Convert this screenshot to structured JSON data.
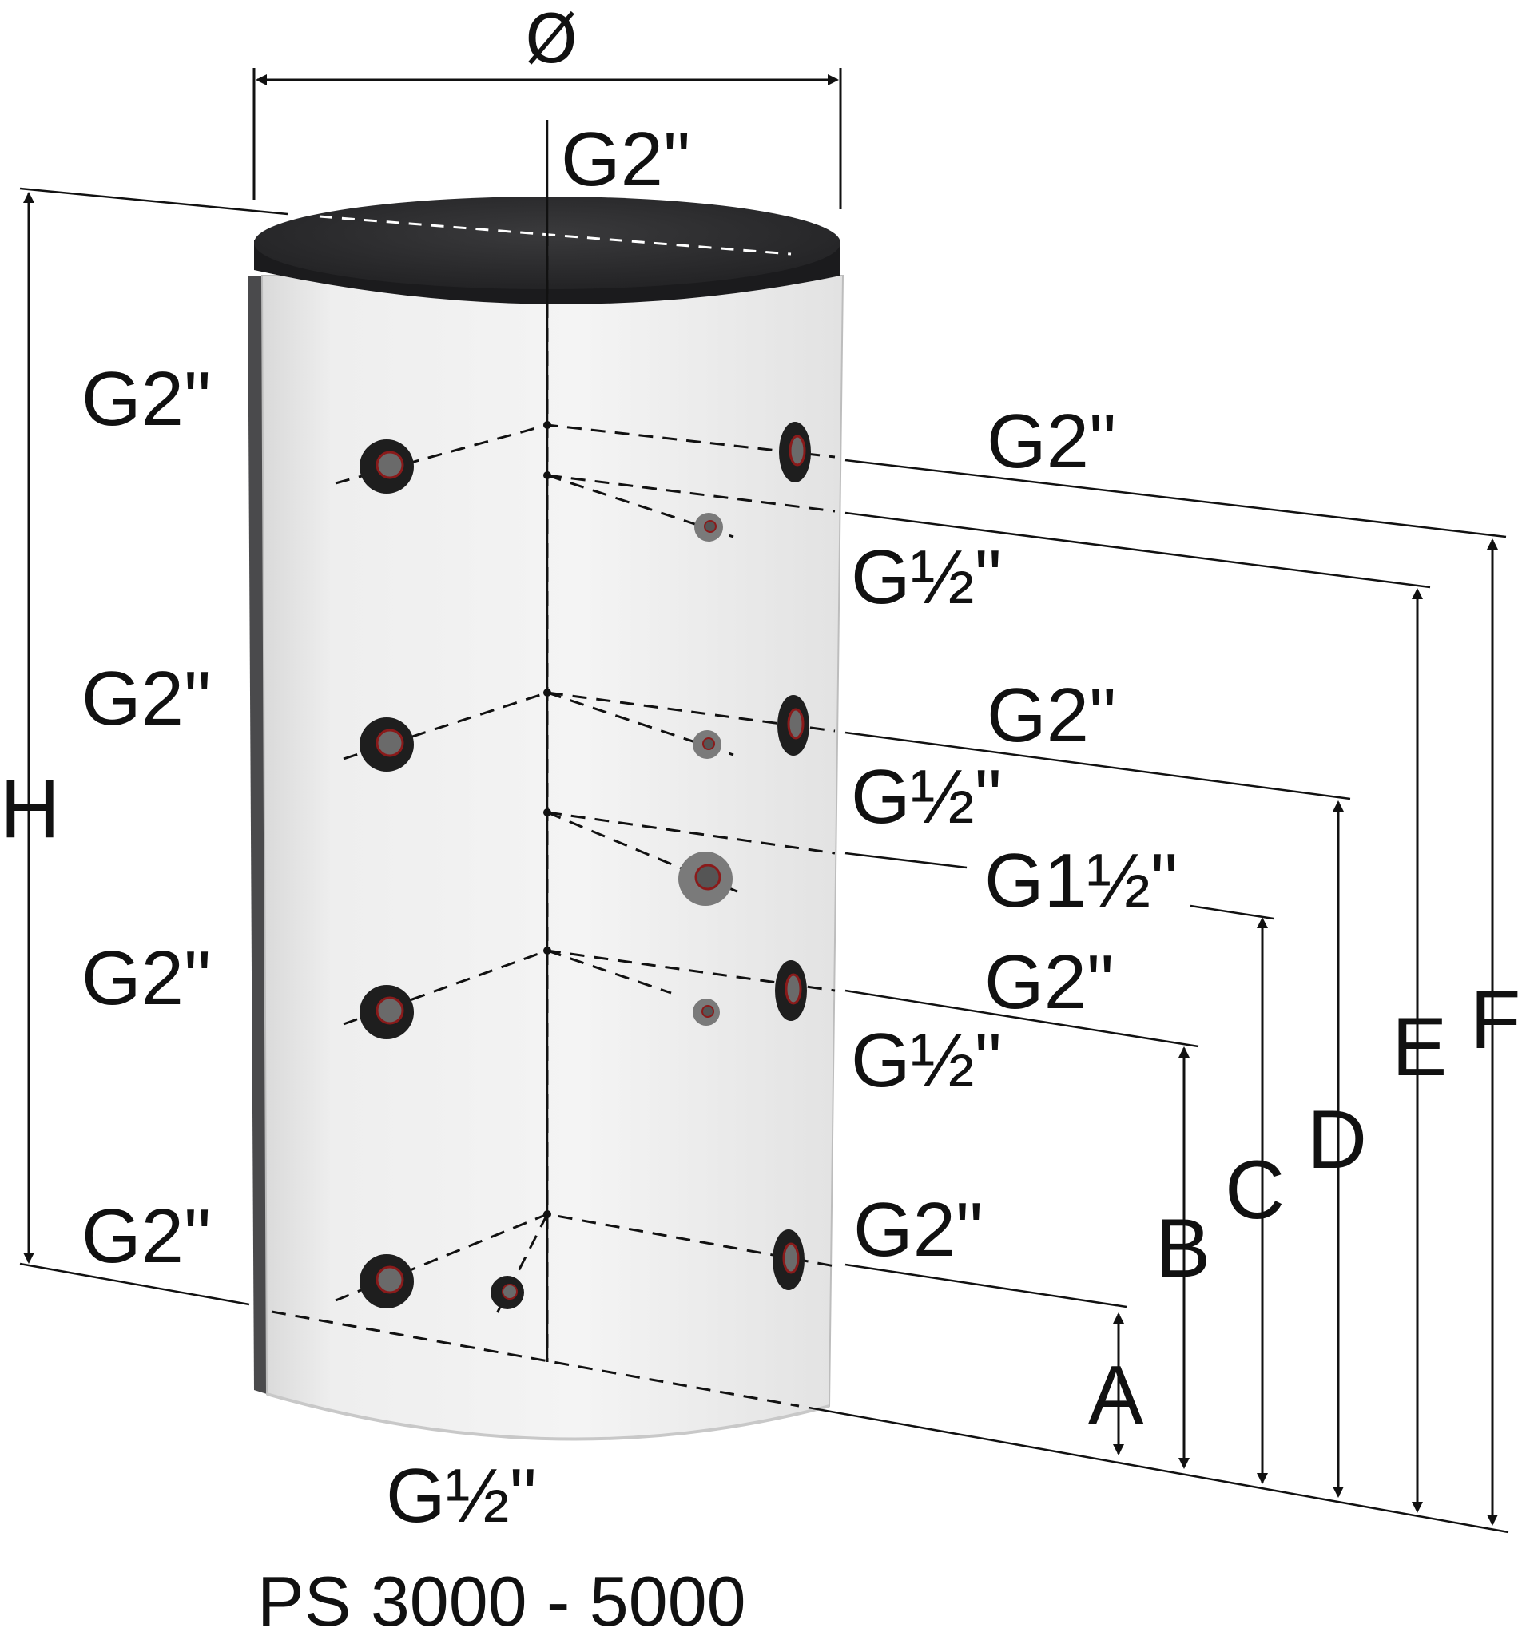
{
  "colors": {
    "tank_lid": "#2c2c2e",
    "tank_shell": "#efefef",
    "port_ring": "#1e1e1e",
    "port_accent": "#8a1a1a",
    "line": "#111111"
  },
  "diameter_symbol": "Ø",
  "top_port_label": "G2\"",
  "left_labels": [
    "G2\"",
    "G2\"",
    "G2\"",
    "G2\""
  ],
  "right_labels": [
    "G2\"",
    "G½\"",
    "G2\"",
    "G½\"",
    "G1½\"",
    "G2\"",
    "G½\"",
    "G2\""
  ],
  "bottom_port_label": "G½\"",
  "height_letter": "H",
  "dimension_letters": [
    "A",
    "B",
    "C",
    "D",
    "E",
    "F"
  ],
  "model_label": "PS 3000 - 5000"
}
